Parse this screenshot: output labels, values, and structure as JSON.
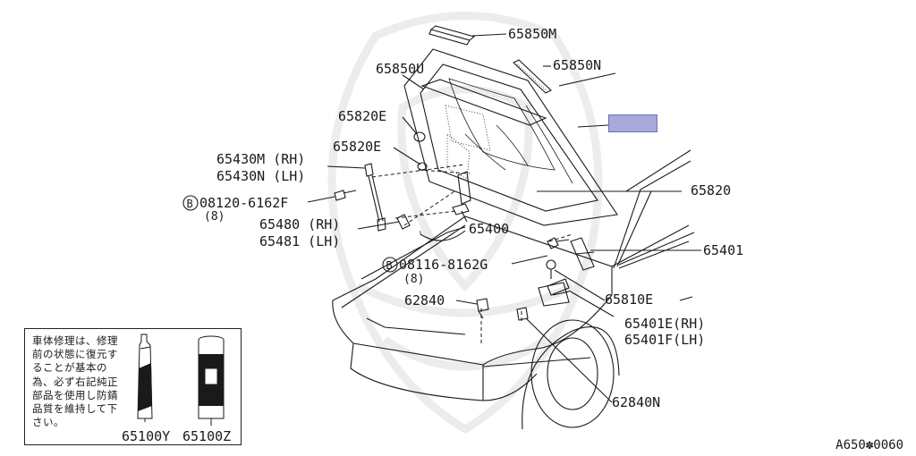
{
  "parts": {
    "p65850M": "65850M",
    "p65850N": "65850N",
    "p65850U": "65850U",
    "p65820E_a": "65820E",
    "p65820E_b": "65820E",
    "p65430M": "65430M (RH)",
    "p65430N": "65430N (LH)",
    "p08120": "08120-6162F",
    "q08120": "(8)",
    "p65480": "65480 (RH)",
    "p65481": "65481 (LH)",
    "p65400": "65400",
    "p65820": "65820",
    "p65401": "65401",
    "p08116": "08116-8162G",
    "q08116": "(8)",
    "p62840": "62840",
    "p65810E": "65810E",
    "p65401E": "65401E(RH)",
    "p65401F": "65401F(LH)",
    "p62840N": "62840N"
  },
  "bolt_mark": "B",
  "note": {
    "text": "車体修理は、修理前の状態に復元することが基本の為、必ず右記純正部品を使用し防錆品質を維持して下さい。",
    "label_left": "65100Y",
    "label_right": "65100Z"
  },
  "ref_code": "A650✽0060",
  "highlight_color": "#a8a8dc"
}
